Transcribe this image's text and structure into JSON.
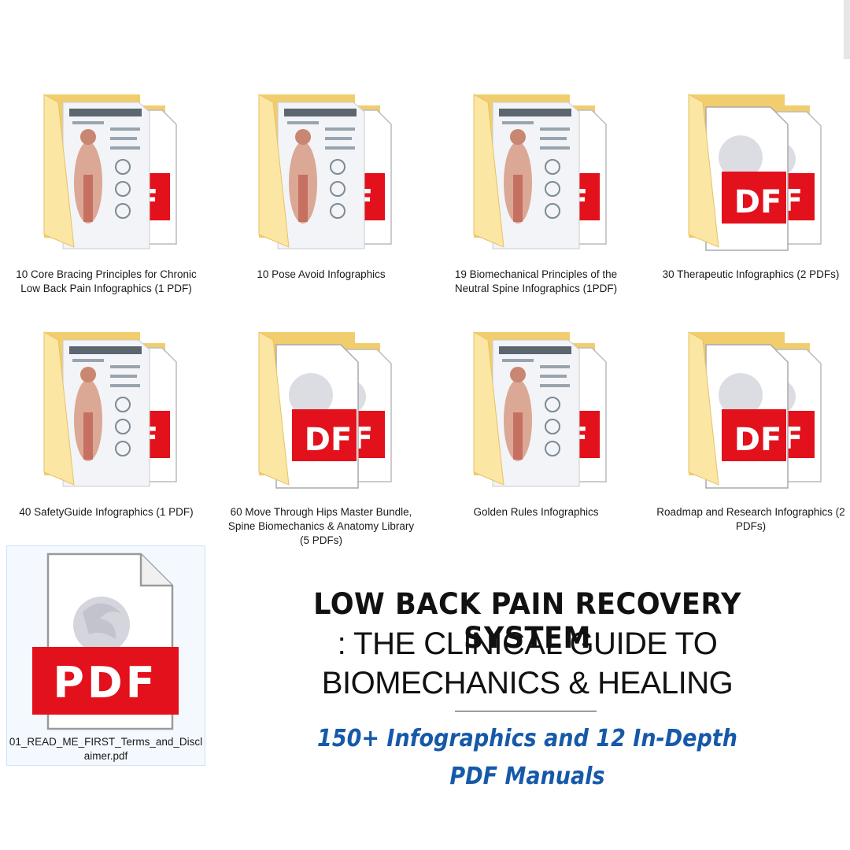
{
  "folders": [
    {
      "label": "10 Core Bracing Principles for Chronic Low Back Pain Infographics (1 PDF)",
      "icon": "folder-with-infographic-icon",
      "preview": "infographic"
    },
    {
      "label": "10 Pose Avoid Infographics",
      "icon": "folder-with-infographic-icon",
      "preview": "infographic"
    },
    {
      "label": "19 Biomechanical Principles of the Neutral Spine Infographics (1PDF)",
      "icon": "folder-with-infographic-icon",
      "preview": "infographic"
    },
    {
      "label": "30 Therapeutic Infographics (2 PDFs)",
      "icon": "folder-with-pdf-icon",
      "preview": "pdf"
    },
    {
      "label": "40 SafetyGuide Infographics (1 PDF)",
      "icon": "folder-with-infographic-icon",
      "preview": "infographic"
    },
    {
      "label": "60 Move Through Hips Master Bundle, Spine Biomechanics & Anatomy Library (5 PDFs)",
      "icon": "folder-with-pdf-icon",
      "preview": "pdf"
    },
    {
      "label": "Golden Rules Infographics",
      "icon": "folder-with-infographic-icon",
      "preview": "infographic"
    },
    {
      "label": "Roadmap and Research Infographics (2 PDFs)",
      "icon": "folder-with-pdf-icon",
      "preview": "pdf"
    }
  ],
  "file": {
    "label_line1": "01_READ_ME_FIRST_Terms_and_Discl",
    "label_line2": "aimer.pdf",
    "icon": "pdf-file-icon",
    "pdf_text": "PDF"
  },
  "promo": {
    "headline": "LOW BACK PAIN RECOVERY SYSTEM",
    "subtitle_line1": ": THE CLINICAL GUIDE TO",
    "subtitle_line2": "BIOMECHANICS & HEALING",
    "tagline_line1": "150+ Infographics and 12 In-Depth",
    "tagline_line2": "PDF Manuals"
  },
  "colors": {
    "folder_back": "#f2cd6d",
    "folder_front": "#fbe6a4",
    "pdf_red": "#e2111b",
    "tagline_blue": "#1659a8"
  }
}
